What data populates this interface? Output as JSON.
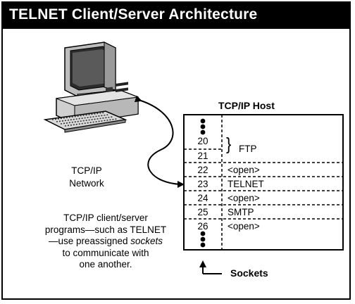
{
  "title": "TELNET Client/Server Architecture",
  "host_title": "TCP/IP Host",
  "network_label": [
    "TCP/IP",
    "Network"
  ],
  "description": [
    "TCP/IP client/server",
    "programs—such as TELNET",
    "—use preassigned",
    "sockets",
    "to communicate with",
    "one another."
  ],
  "sockets_label": "Sockets",
  "ports": [
    "20",
    "21",
    "22",
    "23",
    "24",
    "25",
    "26"
  ],
  "ftp_label": "FTP",
  "services": [
    {
      "port": "22",
      "label": "<open>"
    },
    {
      "port": "23",
      "label": "TELNET"
    },
    {
      "port": "24",
      "label": "<open>"
    },
    {
      "port": "25",
      "label": "SMTP"
    },
    {
      "port": "26",
      "label": "<open>"
    }
  ],
  "colors": {
    "title_bg": "#000000",
    "title_fg": "#ffffff"
  },
  "icons": [
    "computer-icon",
    "connection-arrow",
    "sockets-arrow"
  ]
}
